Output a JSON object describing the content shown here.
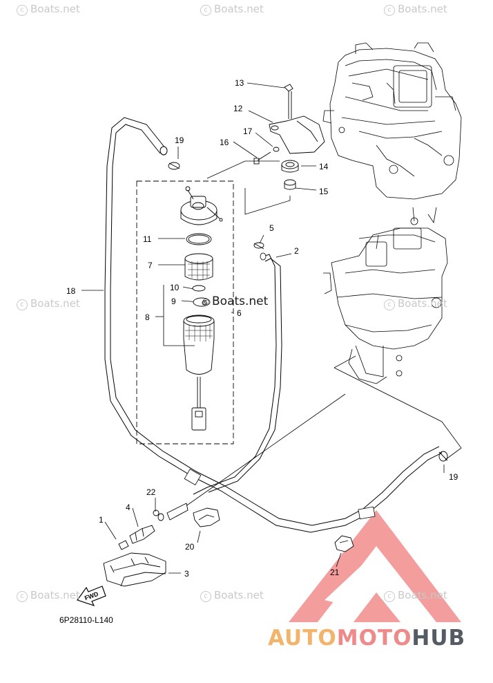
{
  "watermark_text": "Boats.net",
  "center_watermark_text": "Boats.net",
  "part_number": "6P28110-L140",
  "fwd_label": "FWD",
  "logo": {
    "part1": "AUTO",
    "part2": "MOTO",
    "part3": "HUB"
  },
  "callouts": {
    "c1": "1",
    "c2": "2",
    "c3": "3",
    "c4": "4",
    "c5": "5",
    "c6": "6",
    "c7": "7",
    "c8": "8",
    "c9": "9",
    "c10": "10",
    "c11": "11",
    "c12": "12",
    "c13": "13",
    "c14": "14",
    "c15": "15",
    "c16": "16",
    "c17": "17",
    "c18": "18",
    "c19a": "19",
    "c19b": "19",
    "c20": "20",
    "c21": "21",
    "c22": "22"
  },
  "colors": {
    "line": "#000000",
    "watermark": "#c9c9c9",
    "logo_orange": "#f2b46a",
    "logo_red": "#ee8a8a",
    "logo_gray": "#555b63"
  }
}
